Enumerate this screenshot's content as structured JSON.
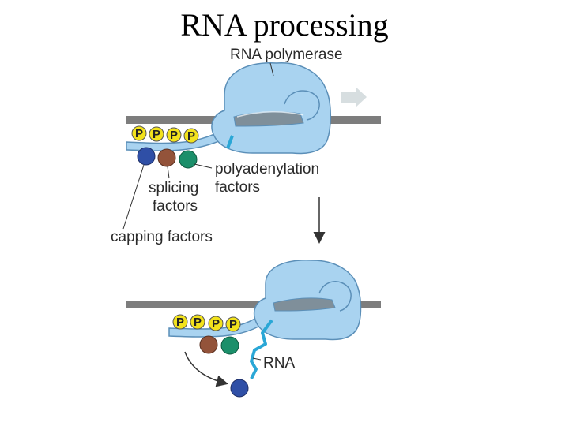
{
  "title": "RNA processing",
  "labels": {
    "rna_polymerase": "RNA polymerase",
    "polyadenylation_1": "polyadenylation",
    "polyadenylation_2": "factors",
    "splicing_1": "splicing",
    "splicing_2": "factors",
    "capping": "capping factors",
    "rna": "RNA",
    "phosphate": "P"
  },
  "colors": {
    "polymerase": "#a9d3f0",
    "polymerase_outline": "#5b8fb8",
    "dna": "#7d7d7d",
    "rna": "#2aa7d6",
    "phosphate": "#f2e21c",
    "capping_factor": "#2f4fa6",
    "splicing_factor": "#93533a",
    "polyadenylation_factor": "#1b8f6a",
    "arrow": "#333333",
    "direction_arrow": "#d7dee0"
  }
}
